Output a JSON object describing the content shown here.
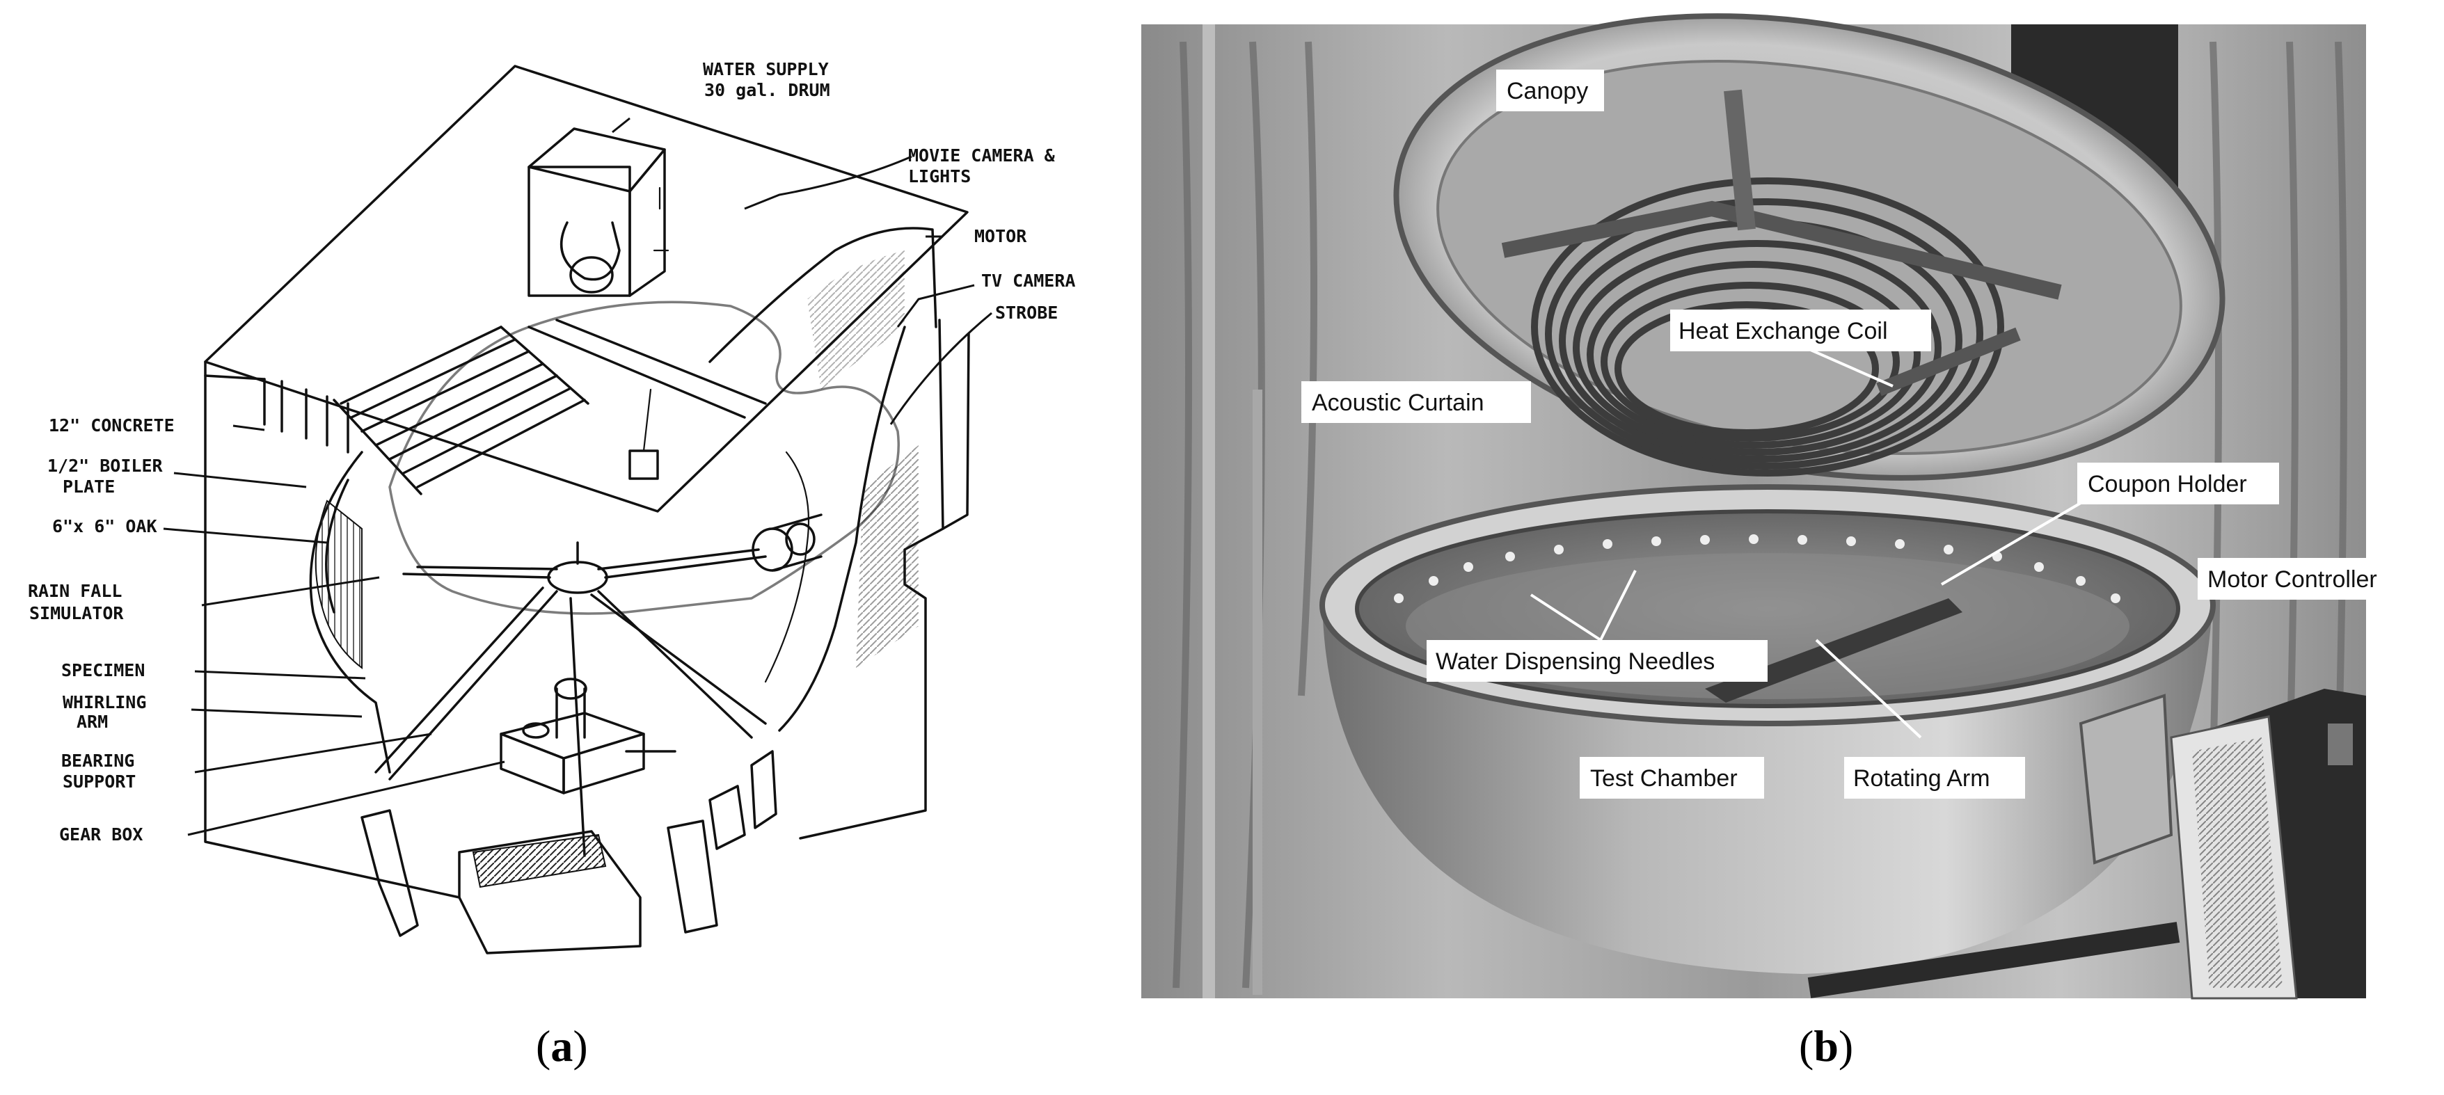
{
  "panel_a": {
    "caption_letter": "a",
    "labels": {
      "water_supply_line1": "WATER SUPPLY",
      "water_supply_line2": "30 gal. DRUM",
      "movie_camera_line1": "MOVIE CAMERA &",
      "movie_camera_line2": "LIGHTS",
      "motor": "MOTOR",
      "tv_camera": "TV CAMERA",
      "strobe": "STROBE",
      "concrete": "12\" CONCRETE",
      "boiler_line1": "1/2\" BOILER",
      "boiler_line2": "PLATE",
      "oak": "6\"x 6\" OAK",
      "rainfall_line1": "RAIN FALL",
      "rainfall_line2": "SIMULATOR",
      "specimen": "SPECIMEN",
      "whirling_line1": "WHIRLING",
      "whirling_line2": "ARM",
      "bearing_line1": "BEARING",
      "bearing_line2": "SUPPORT",
      "gear_box": "GEAR BOX"
    }
  },
  "panel_b": {
    "caption_letter": "b",
    "labels": {
      "canopy": "Canopy",
      "heat_exchange_coil": "Heat Exchange Coil",
      "acoustic_curtain": "Acoustic Curtain",
      "coupon_holder": "Coupon Holder",
      "motor_controller": "Motor Controller",
      "water_dispensing_needles": "Water Dispensing Needles",
      "test_chamber": "Test Chamber",
      "rotating_arm": "Rotating Arm"
    }
  }
}
